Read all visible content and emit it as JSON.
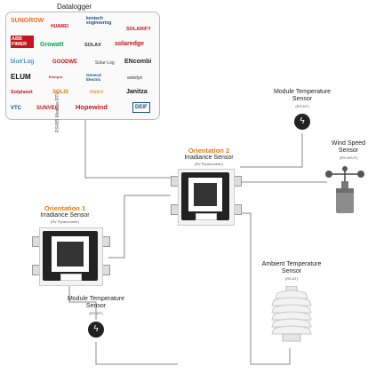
{
  "datalogger": {
    "title": "Datalogger",
    "brands": [
      "SUNGROW",
      "HUAWEI",
      "kentech engineering",
      "SOLARIFY",
      "ABB FIMER",
      "Growatt",
      "SOLAX",
      "solaredge",
      "blue'Log",
      "GOODWE",
      "Solar-Log",
      "ENcombi",
      "ELUM",
      "Enerpro",
      "General Electric",
      "webdyn",
      "Solplanet",
      "SOLIS",
      "Wattch",
      "Janitza",
      "VTC",
      "SUNVEC",
      "Hopewind",
      "DEIF"
    ],
    "cable_label": "RS485 Modbus RTU"
  },
  "orientation2": {
    "title": "Orientation 2",
    "device": "Irradiance Sensor",
    "model": "(RV Pyranometer)"
  },
  "orientation1": {
    "title": "Orientation 1",
    "device": "Irradiance Sensor",
    "model": "(RV Pyranometer)"
  },
  "module_temp_top": {
    "line1": "Module Temperature",
    "line2": "Sensor",
    "model": "(RS-MT)"
  },
  "wind_speed": {
    "line1": "Wind Speed",
    "line2": "Sensor",
    "model": "(RS-WS-P)"
  },
  "ambient_temp": {
    "line1": "Ambient Temperature",
    "line2": "Sensor",
    "model": "(RS-AT)"
  },
  "module_temp_bottom": {
    "line1": "Module Temperature",
    "line2": "Sensor",
    "model": "(RS-MT)"
  },
  "colors": {
    "orientation": "#e07b0f",
    "wire": "#888888",
    "sensor_frame": "#222222"
  }
}
